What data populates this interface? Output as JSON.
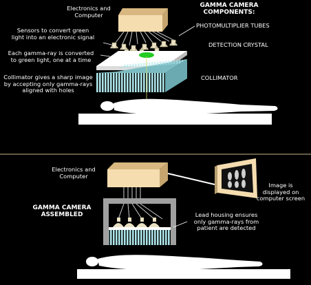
{
  "top": {
    "electronics": [
      "Electronics and",
      "Computer"
    ],
    "components_title": [
      "GAMMA CAMERA",
      "COMPONENTS:"
    ],
    "photomultiplier": "PHOTOMULTIPLIER TUBES",
    "sensors": [
      "Sensors to convert green",
      "light into an electronic signal"
    ],
    "detection_crystal": "DETECTION CRYSTAL",
    "gamma_ray": [
      "Each gamma-ray is converted",
      "to green light, one at a time"
    ],
    "collimator_desc": [
      "Collimator gives a sharp image",
      "by accepting only gamma-rays",
      "aligned with holes"
    ],
    "collimator": "COLLIMATOR"
  },
  "bottom": {
    "electronics": [
      "Electronics and",
      "Computer"
    ],
    "image_displayed": [
      "Image is",
      "displayed on",
      "computer screen"
    ],
    "assembled_title": [
      "GAMMA CAMERA",
      "ASSEMBLED"
    ],
    "lead_housing": [
      "Lead housing ensures",
      "only gamma-rays from",
      "patient are detected"
    ]
  },
  "colors": {
    "background": "#000000",
    "box_face": "#f5ddb0",
    "box_side": "#d8b880",
    "crystal": "#ffffff",
    "collimator": "#aee6ea",
    "housing": "#a0a0a0",
    "glow": "#22cc22",
    "divider": "#c9b98a",
    "table": "#ffffff"
  }
}
